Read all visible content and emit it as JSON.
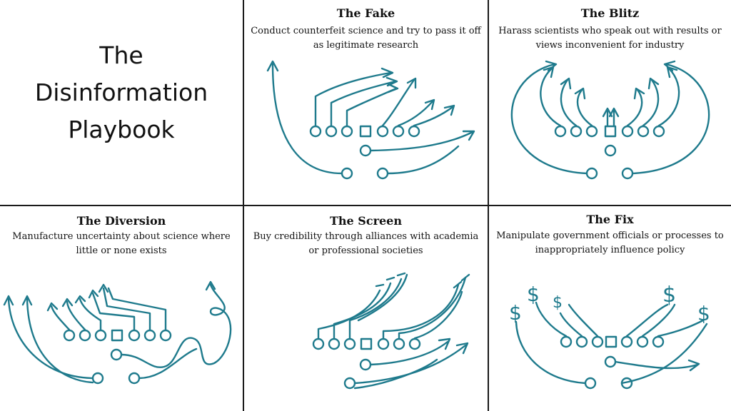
{
  "title": {
    "lines": [
      "The",
      "Disinformation",
      "Playbook"
    ]
  },
  "colors": {
    "play": "#1e7a8c",
    "lines": "#1a1a1a",
    "text": "#111111"
  },
  "panels": [
    {
      "id": "fake",
      "title": "The Fake",
      "desc": [
        "Conduct counterfeit science and try to pass it off",
        "as legitimate research"
      ]
    },
    {
      "id": "blitz",
      "title": "The Blitz",
      "desc": [
        "Harass scientists who speak out with results or",
        "views inconvenient for industry"
      ]
    },
    {
      "id": "diversion",
      "title": "The Diversion",
      "desc": [
        "Manufacture uncertainty about science where",
        "little or none exists"
      ]
    },
    {
      "id": "screen",
      "title": "The Screen",
      "desc": [
        "Buy credibility through alliances with academia",
        "or professional societies"
      ]
    },
    {
      "id": "fix",
      "title": "The Fix",
      "desc": [
        "Manipulate government officials or processes to",
        "inappropriately influence policy"
      ]
    }
  ]
}
